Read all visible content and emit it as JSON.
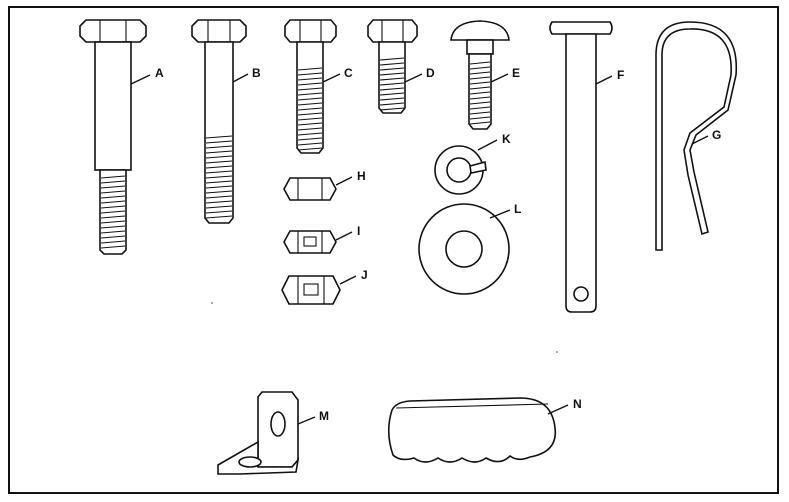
{
  "figure": {
    "parts": [
      {
        "id": "A",
        "label": "A"
      },
      {
        "id": "B",
        "label": "B"
      },
      {
        "id": "C",
        "label": "C"
      },
      {
        "id": "D",
        "label": "D"
      },
      {
        "id": "E",
        "label": "E"
      },
      {
        "id": "F",
        "label": "F"
      },
      {
        "id": "G",
        "label": "G"
      },
      {
        "id": "H",
        "label": "H"
      },
      {
        "id": "I",
        "label": "I"
      },
      {
        "id": "J",
        "label": "J"
      },
      {
        "id": "K",
        "label": "K"
      },
      {
        "id": "L",
        "label": "L"
      },
      {
        "id": "M",
        "label": "M"
      },
      {
        "id": "N",
        "label": "N"
      }
    ]
  }
}
